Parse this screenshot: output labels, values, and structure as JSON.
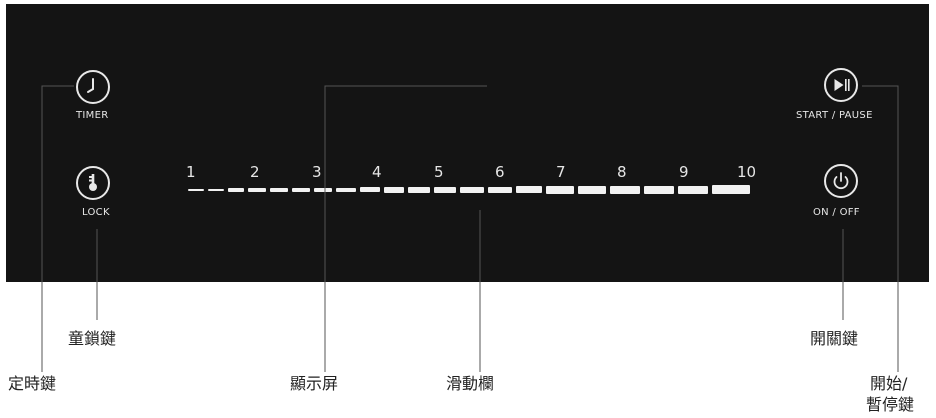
{
  "buttons": {
    "timer_label": "TIMER",
    "lock_label": "LOCK",
    "start_pause_label": "START / PAUSE",
    "on_off_label": "ON / OFF"
  },
  "slider": {
    "levels": [
      "1",
      "2",
      "3",
      "4",
      "5",
      "6",
      "7",
      "8",
      "9",
      "10"
    ]
  },
  "callouts": {
    "child_lock_key": "童鎖鍵",
    "timer_key": "定時鍵",
    "display_screen": "顯示屏",
    "slider_bar": "滑動欄",
    "power_key": "開關鍵",
    "start_pause_key_line1": "開始/",
    "start_pause_key_line2": "暫停鍵"
  },
  "colors": {
    "panel": "#141414",
    "icon": "#e8e8e8",
    "leader_line": "#555555"
  }
}
